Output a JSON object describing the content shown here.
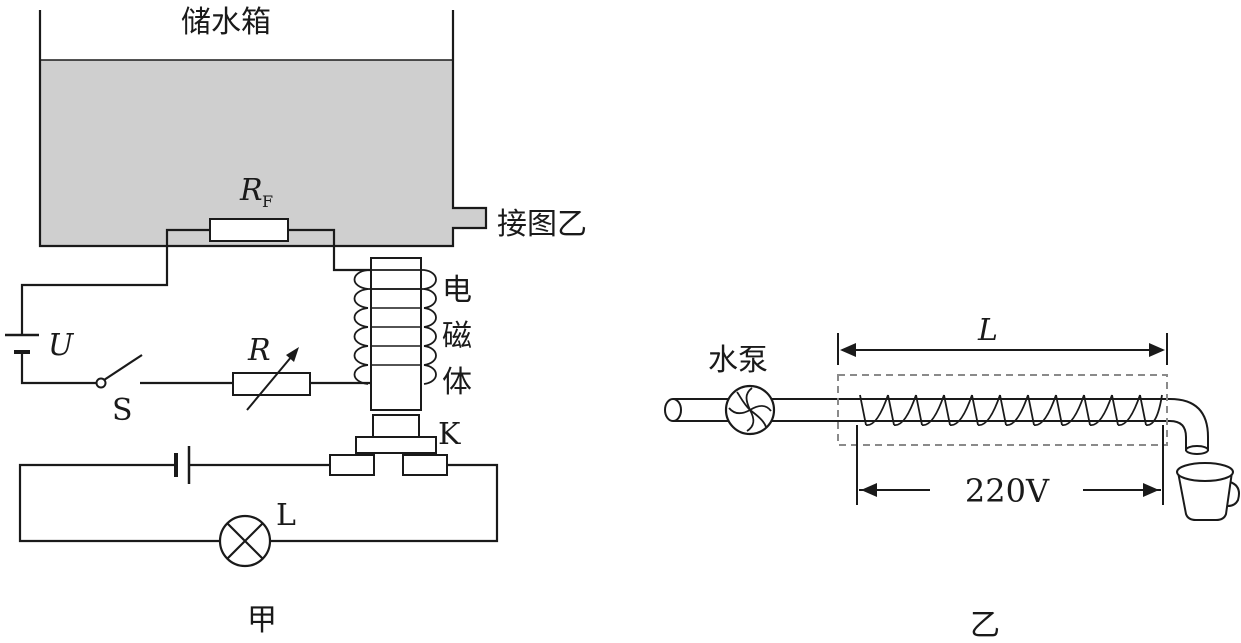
{
  "figure_a": {
    "tank_label": "储水箱",
    "sensor_resistor": {
      "symbol": "R",
      "subscript": "F"
    },
    "outlet_label": "接图乙",
    "supply_label": "U",
    "switch_label": "S",
    "rheostat_label": "R",
    "electromagnet_label": [
      "电",
      "磁",
      "体"
    ],
    "contact_label": "K",
    "lamp_label": "L",
    "caption": "甲"
  },
  "figure_b": {
    "pump_label": "水泵",
    "length_label": "L",
    "voltage_label": "220V",
    "caption": "乙"
  },
  "colors": {
    "water": "#cfcfcf",
    "line": "#1a1a1a",
    "dashed_box": "#8a8a8a"
  }
}
